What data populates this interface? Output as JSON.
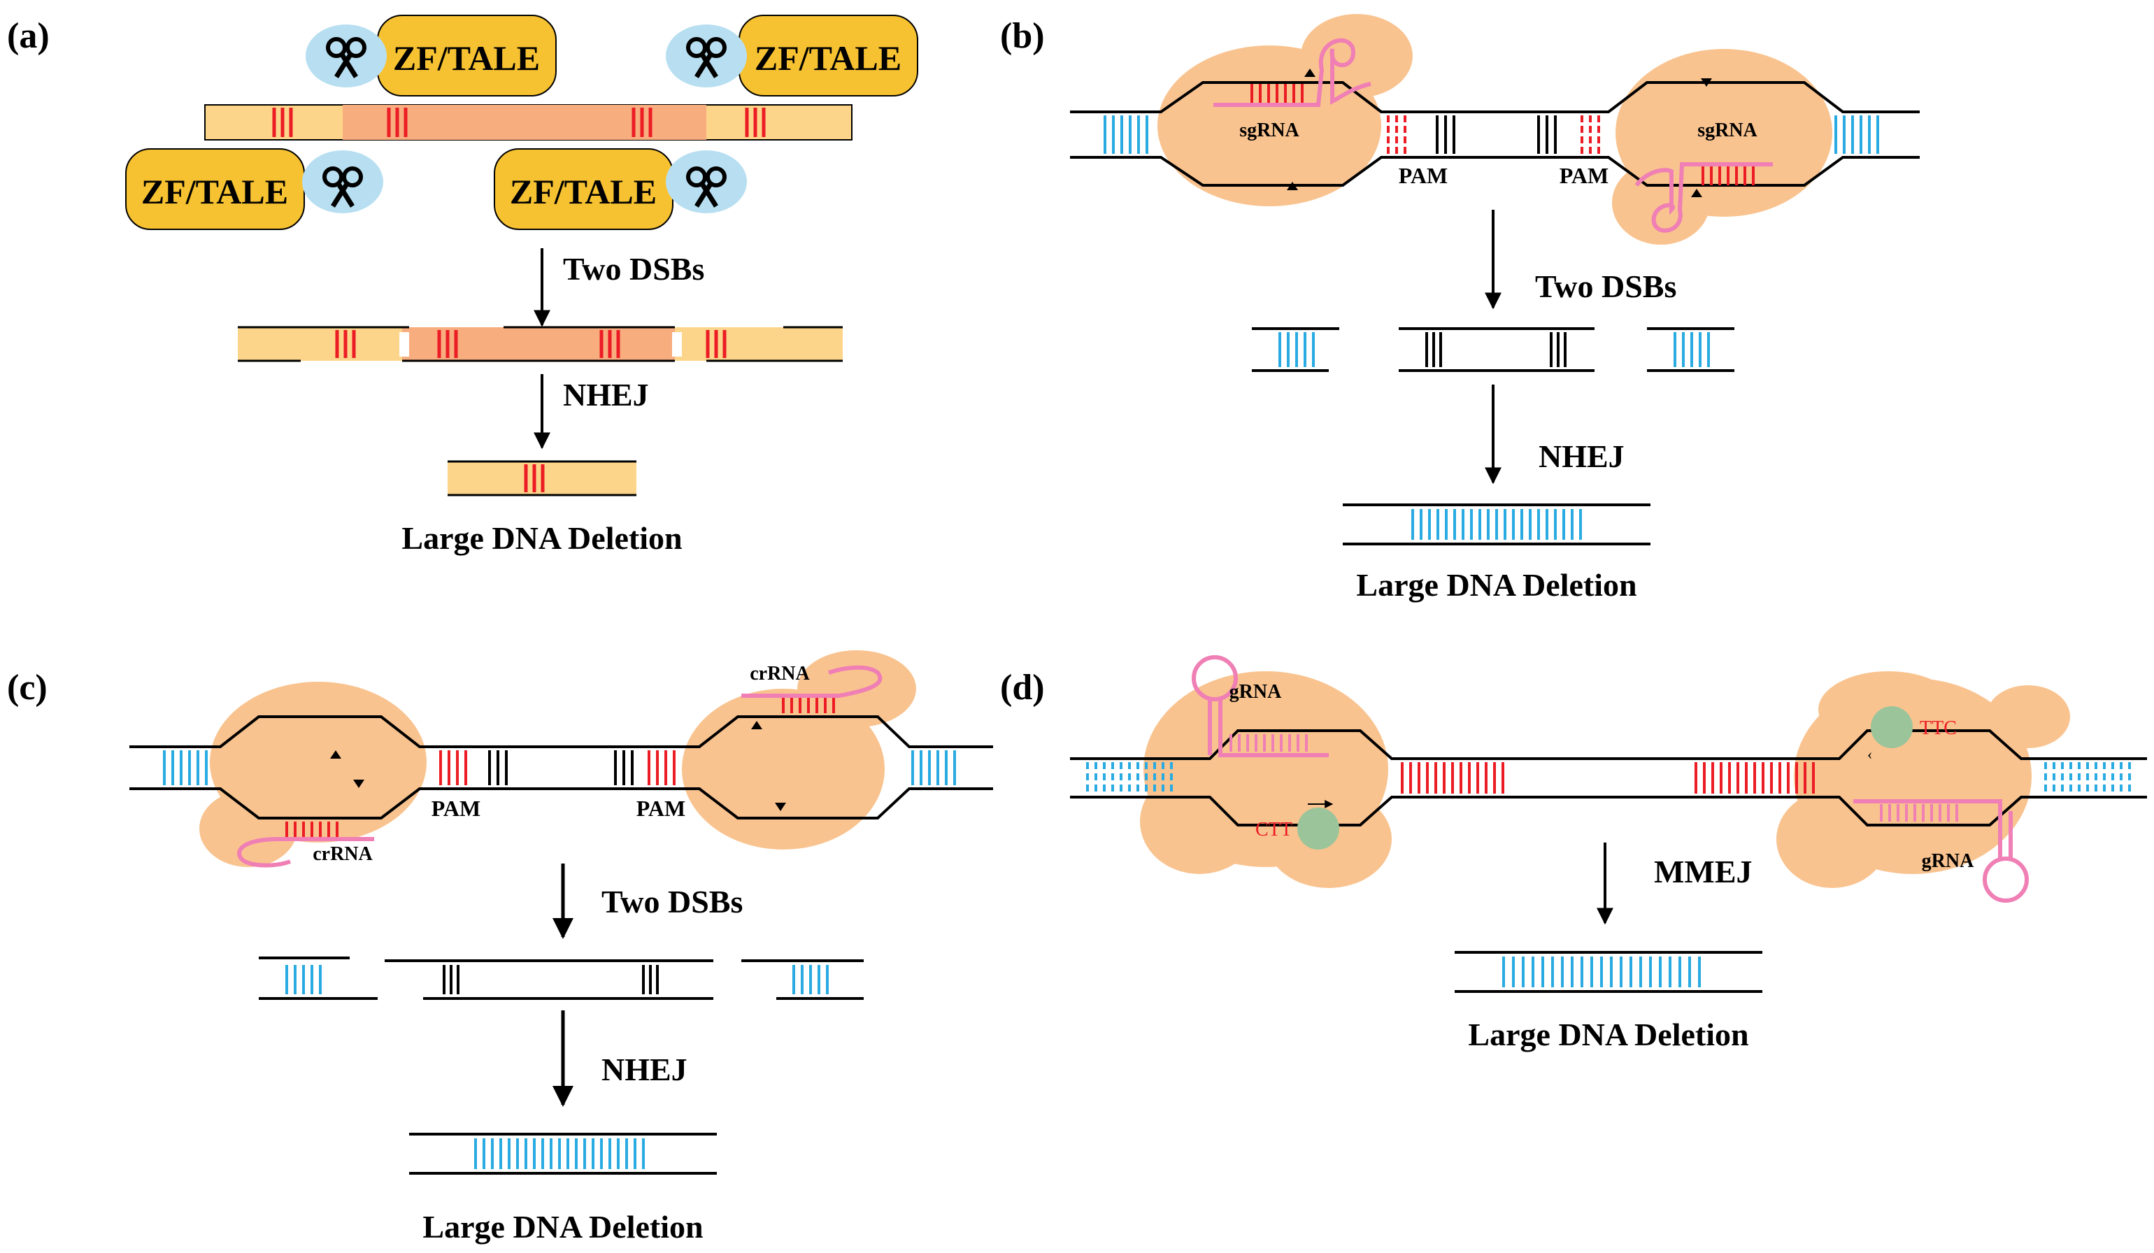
{
  "colors": {
    "dna_light": "#fdd58a",
    "dna_dark": "#f8ad7f",
    "blob": "#f9c38f",
    "zf_box": "#f7c231",
    "scissors_bg": "#b7dff1",
    "red": "#ec1c24",
    "blue": "#29abe2",
    "pink": "#ef7fb4",
    "green": "#9bc49a"
  },
  "panel_a": {
    "label": "(a)",
    "protein_label": "ZF/TALE",
    "step1": "Two DSBs",
    "step2": "NHEJ",
    "result": "Large DNA Deletion"
  },
  "panel_b": {
    "label": "(b)",
    "guide_label": "sgRNA",
    "pam_label": "PAM",
    "step1": "Two DSBs",
    "step2": "NHEJ",
    "result": "Large DNA Deletion"
  },
  "panel_c": {
    "label": "(c)",
    "guide_label": "crRNA",
    "pam_label": "PAM",
    "step1": "Two DSBs",
    "step2": "NHEJ",
    "result": "Large DNA Deletion"
  },
  "panel_d": {
    "label": "(d)",
    "guide_label": "gRNA",
    "motif_left": "CTT",
    "motif_right": "TTC",
    "step1": "MMEJ",
    "result": "Large DNA Deletion"
  }
}
